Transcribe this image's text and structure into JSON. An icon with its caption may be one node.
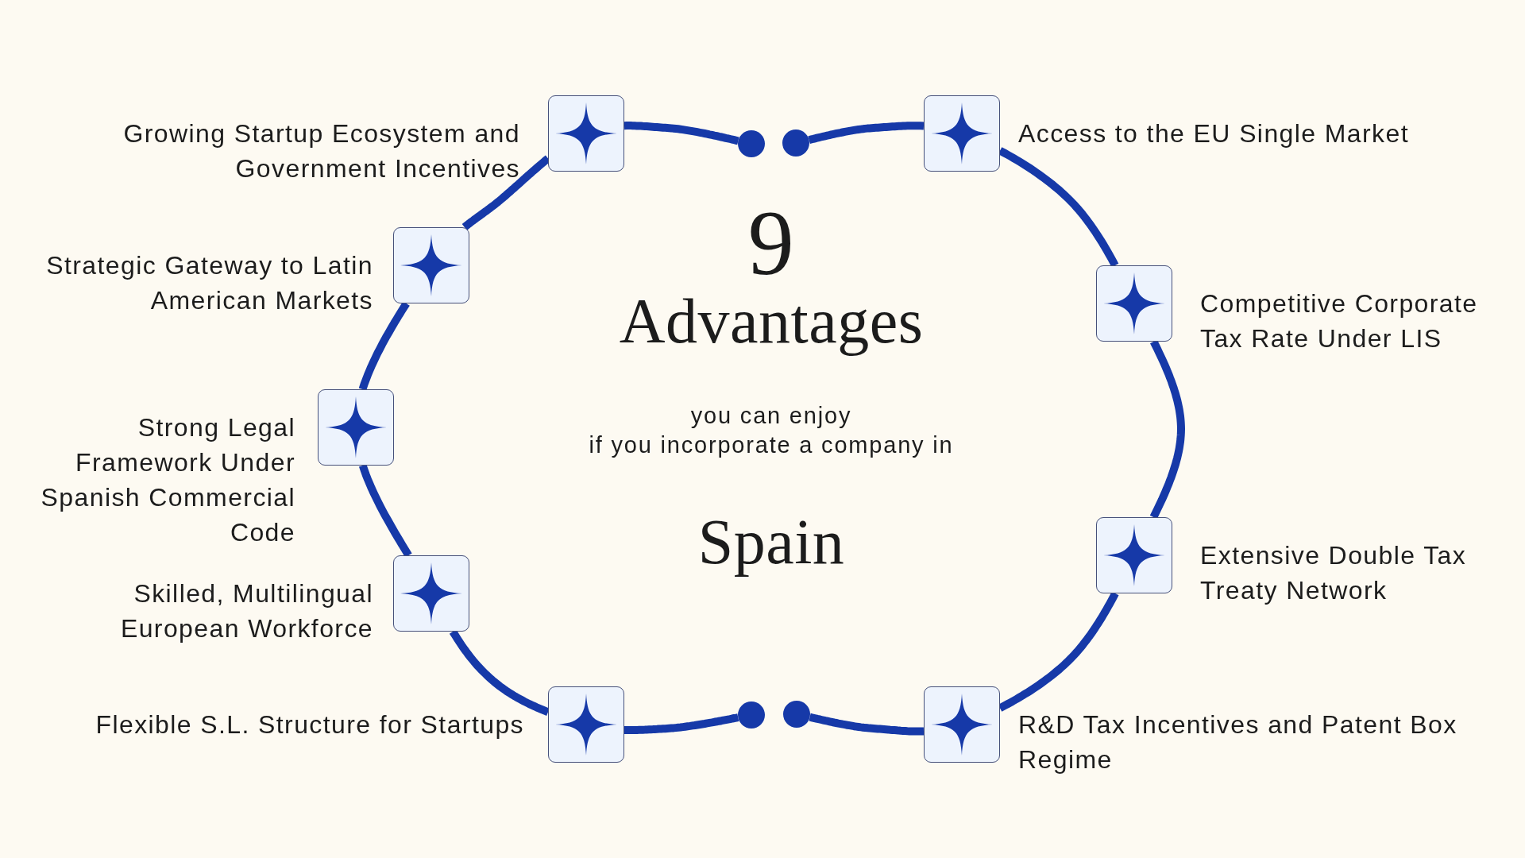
{
  "diagram": {
    "nodes": [
      {
        "text": [],
        "shape": "box",
        "beside": [
          "Growing Startup Ecosystem and Government Incentives"
        ]
      },
      {
        "text": [],
        "shape": "box",
        "beside": [
          "Strategic Gateway to Latin American Markets"
        ]
      },
      {
        "text": [],
        "shape": "box",
        "beside": [
          "Strong Legal Framework Under Spanish Commercial Code"
        ]
      },
      {
        "text": [],
        "shape": "box",
        "beside": [
          "Skilled, Multilingual European Workforce"
        ]
      },
      {
        "text": [],
        "shape": "box",
        "beside": [
          "Flexible S.L. Structure for Startups"
        ]
      },
      {
        "text": [],
        "shape": "box",
        "beside": [
          "Access to the EU Single Market"
        ]
      },
      {
        "text": [],
        "shape": "box",
        "beside": [
          "Competitive Corporate Tax Rate Under LIS"
        ]
      },
      {
        "text": [],
        "shape": "box",
        "beside": [
          "Extensive Double Tax Treaty Network"
        ]
      },
      {
        "text": [],
        "shape": "box",
        "beside": [
          "R&D Tax Incentives and Patent Box Regime"
        ]
      },
      {
        "text": [],
        "shape": "circle"
      },
      {
        "text": [],
        "shape": "circle"
      },
      {
        "text": [],
        "shape": "circle"
      },
      {
        "text": [],
        "shape": "circle"
      }
    ],
    "edges": [
      {
        "from": 9,
        "to": 0,
        "arrow": "none"
      },
      {
        "from": 0,
        "to": 1,
        "arrow": "none"
      },
      {
        "from": 1,
        "to": 2,
        "arrow": "none"
      },
      {
        "from": 2,
        "to": 3,
        "arrow": "none"
      },
      {
        "from": 3,
        "to": 4,
        "arrow": "none"
      },
      {
        "from": 4,
        "to": 11,
        "arrow": "none"
      },
      {
        "from": 10,
        "to": 5,
        "arrow": "none"
      },
      {
        "from": 5,
        "to": 6,
        "arrow": "none"
      },
      {
        "from": 6,
        "to": 7,
        "arrow": "none"
      },
      {
        "from": 7,
        "to": 8,
        "arrow": "none"
      },
      {
        "from": 8,
        "to": 12,
        "arrow": "none"
      }
    ],
    "labels": [
      "9",
      "Advantages",
      "you can enjoy",
      "if you incorporate a company in",
      "Spain"
    ]
  }
}
